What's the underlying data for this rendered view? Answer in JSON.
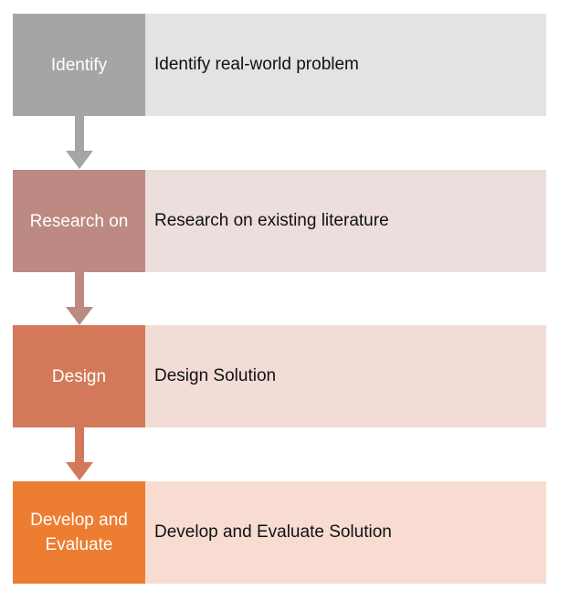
{
  "steps": [
    {
      "label": "Identify",
      "description": "Identify real-world problem",
      "label_color": "#a5a5a5",
      "desc_color": "#e3e3e3"
    },
    {
      "label": "Research on",
      "description": "Research on existing literature",
      "label_color": "#bc8a82",
      "desc_color": "#ebdedc"
    },
    {
      "label": "Design",
      "description": "Design Solution",
      "label_color": "#d3795a",
      "desc_color": "#f1ddd6"
    },
    {
      "label": "Develop and Evaluate",
      "description": "Develop and Evaluate Solution",
      "label_color": "#ed7d31",
      "desc_color": "#f8dcd2"
    }
  ],
  "arrows": [
    {
      "color": "#a5a5a5",
      "icon": "arrow-down-icon"
    },
    {
      "color": "#bc8a82",
      "icon": "arrow-down-icon"
    },
    {
      "color": "#d3795a",
      "icon": "arrow-down-icon"
    }
  ]
}
